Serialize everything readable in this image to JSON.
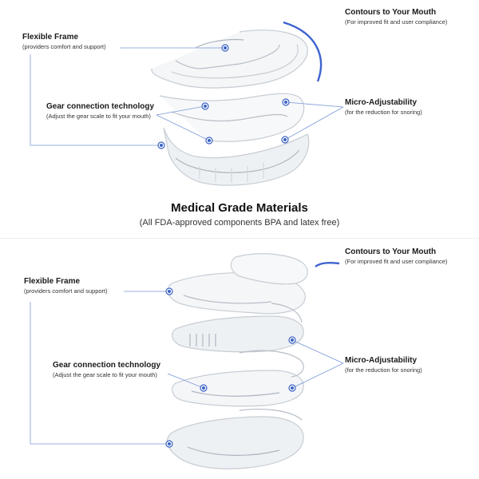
{
  "colors": {
    "leader": "#7a98d8",
    "dot": "#3a62c4",
    "arc": "#3f63d0",
    "guard": "#cdd3da"
  },
  "top": {
    "contours": {
      "title": "Contours to Your Mouth",
      "sub": "(For improved fit and user compliance)"
    },
    "flexible": {
      "title": "Flexible Frame",
      "sub": "(providers comfort and support)"
    },
    "gear": {
      "title": "Gear connection technology",
      "sub": "(Adjust the gear scale to fit your mouth)"
    },
    "micro": {
      "title": "Micro-Adjustability",
      "sub": "(for the reduction for snoring)"
    }
  },
  "middle": {
    "title": "Medical Grade Materials",
    "sub": "(All FDA-approved components BPA and latex free)"
  },
  "bottom": {
    "contours": {
      "title": "Contours to Your Mouth",
      "sub": "(For improved fit and user compliance)"
    },
    "flexible": {
      "title": "Flexible Frame",
      "sub": "(providers comfort and support)"
    },
    "gear": {
      "title": "Gear connection technology",
      "sub": "(Adjust the gear scale to fit your mouth)"
    },
    "micro": {
      "title": "Micro-Adjustability",
      "sub": "(for the reduction for snoring)"
    }
  }
}
